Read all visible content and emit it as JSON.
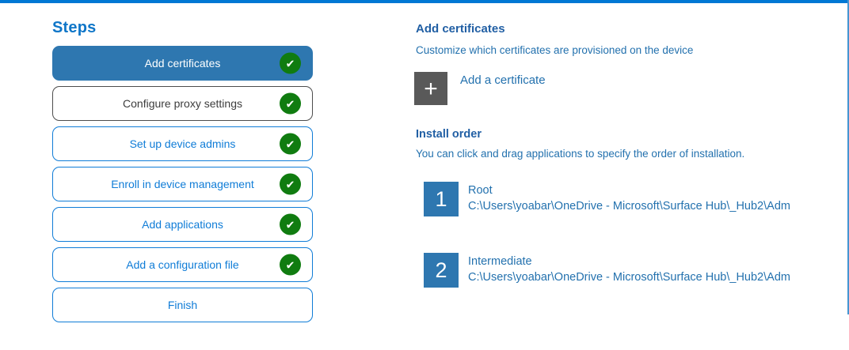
{
  "icons": {
    "check_glyph": "✔",
    "plus_glyph": "+"
  },
  "colors": {
    "accent_bar": "#0078d4",
    "active_step_blue": "#2e77b0",
    "step_outline_blue": "#0f7cd7",
    "complete_green": "#107c10",
    "panel_text_blue": "#2371ae",
    "add_button_gray": "#595959"
  },
  "sidebar": {
    "title": "Steps",
    "steps": [
      {
        "label": "Add certificates",
        "state": "active",
        "completed": true
      },
      {
        "label": "Configure proxy settings",
        "state": "hover",
        "completed": true
      },
      {
        "label": "Set up device admins",
        "state": "normal",
        "completed": true
      },
      {
        "label": "Enroll in device management",
        "state": "normal",
        "completed": true
      },
      {
        "label": "Add applications",
        "state": "normal",
        "completed": true
      },
      {
        "label": "Add a configuration file",
        "state": "normal",
        "completed": true
      },
      {
        "label": "Finish",
        "state": "normal",
        "completed": false
      }
    ]
  },
  "main": {
    "heading": "Add certificates",
    "subheading": "Customize which certificates are provisioned on the device",
    "add_button": {
      "label": "Add a certificate"
    },
    "install_order": {
      "heading": "Install order",
      "hint": "You can click and drag applications to specify the order of installation.",
      "items": [
        {
          "order": "1",
          "name": "Root",
          "path": "C:\\Users\\yoabar\\OneDrive - Microsoft\\Surface Hub\\_Hub2\\Adm"
        },
        {
          "order": "2",
          "name": "Intermediate",
          "path": "C:\\Users\\yoabar\\OneDrive - Microsoft\\Surface Hub\\_Hub2\\Adm"
        }
      ]
    }
  }
}
